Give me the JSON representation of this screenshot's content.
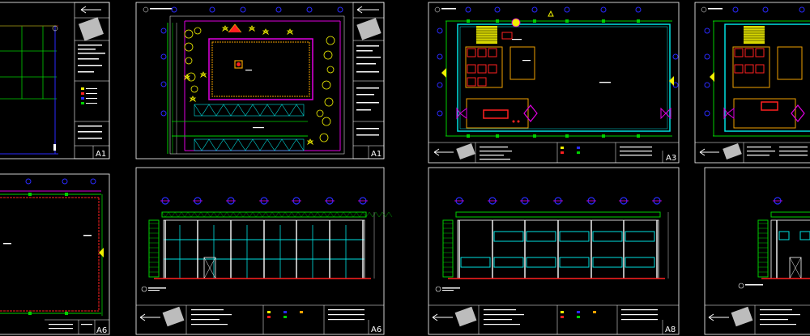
{
  "sheets": [
    {
      "id": "sheet-a1",
      "label": "A1"
    },
    {
      "id": "sheet-a2",
      "label": "A1"
    },
    {
      "id": "sheet-a3",
      "label": "A3"
    },
    {
      "id": "sheet-a4",
      "label": ""
    },
    {
      "id": "sheet-a5",
      "label": "A6"
    },
    {
      "id": "sheet-a6",
      "label": "A6"
    },
    {
      "id": "sheet-a7",
      "label": "A8"
    },
    {
      "id": "sheet-a8",
      "label": ""
    }
  ],
  "colors": {
    "background": "#000000",
    "frame": "#ffffff",
    "grid": "#2a2aff",
    "column": "#00d000",
    "wall": "#ff2020",
    "beam": "#e000e0",
    "glass": "#00e0e0",
    "tree": "#f0f000",
    "hatch": "#f0a000"
  }
}
